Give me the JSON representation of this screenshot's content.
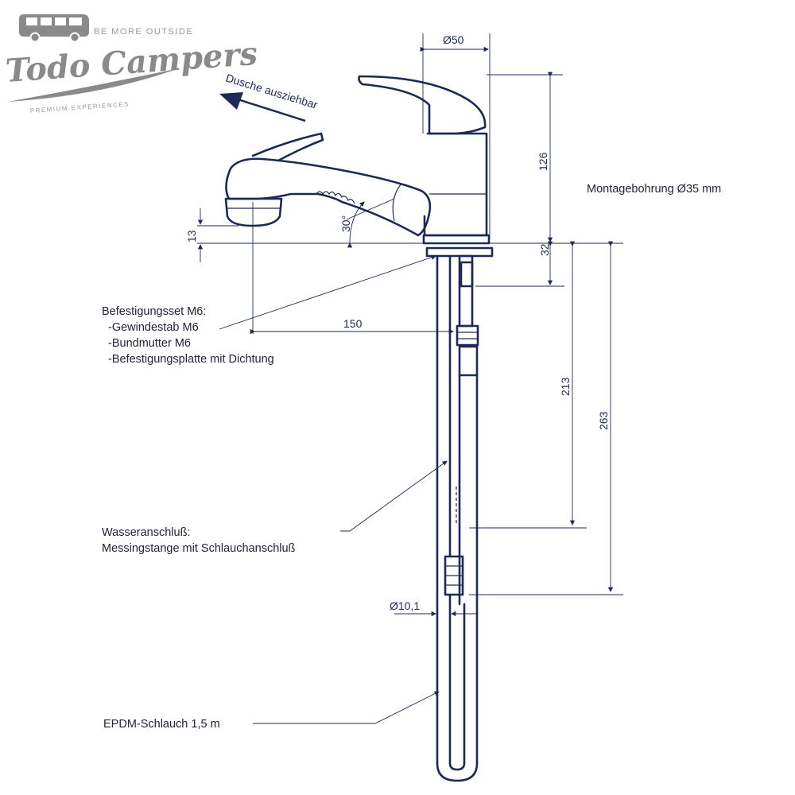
{
  "logo": {
    "tagline_top": "BE MORE OUTSIDE",
    "name": "Todo Campers",
    "tagline_bottom": "PREMIUM EXPERIENCES"
  },
  "drawing": {
    "arrow_label": "Dusche ausziehbar",
    "dimensions": {
      "top_diameter": "Ø50",
      "height_upper": "126",
      "height_base": "32",
      "height_13": "13",
      "angle": "30°",
      "reach": "150",
      "length_213": "213",
      "length_263": "263",
      "hose_diameter": "Ø10,1"
    },
    "mounting_hole": "Montagebohrung Ø35 mm",
    "fixing_set": {
      "title": "Befestigungsset M6:",
      "items": [
        "-Gewindestab M6",
        "-Bundmutter M6",
        "-Befestigungsplatte mit Dichtung"
      ]
    },
    "water_connection": {
      "line1": "Wasseranschluß:",
      "line2": "Messingstange mit Schlauchanschluß"
    },
    "hose": "EPDM-Schlauch 1,5 m"
  }
}
